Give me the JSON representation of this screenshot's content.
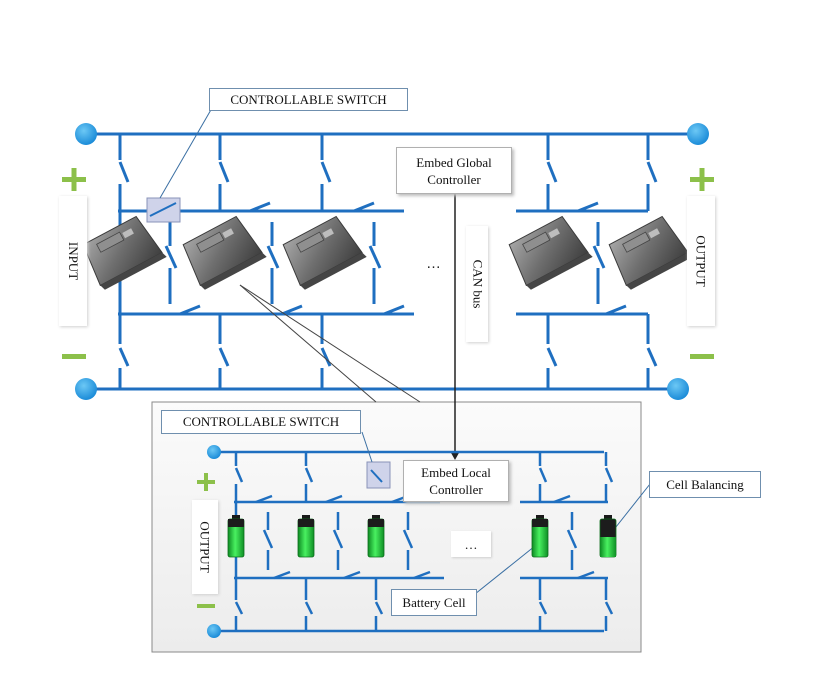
{
  "labels": {
    "controllable_switch_top": "CONTROLLABLE SWITCH",
    "controllable_switch_bottom": "CONTROLLABLE SWITCH",
    "global_controller": "Embed Global Controller",
    "local_controller": "Embed Local Controller",
    "can_bus": "CAN bus",
    "input": "INPUT",
    "output_top": "OUTPUT",
    "output_bottom": "OUTPUT",
    "cell_balancing": "Cell Balancing",
    "battery_cell": "Battery Cell",
    "ellipsis_top": "…",
    "ellipsis_bottom": "…"
  },
  "colors": {
    "bus_blue": "#1f6fc0",
    "node_blue": "#1f9be0",
    "plus_green": "#8cc04a",
    "battery_green": "#22c53b",
    "battery_pack_gray": "#6e6e6e",
    "inset_panel": "#f3f3f3"
  },
  "icons": [
    "battery-pack-icon",
    "battery-cell-icon",
    "switch-icon",
    "terminal-node-icon",
    "plus-icon",
    "minus-icon"
  ]
}
